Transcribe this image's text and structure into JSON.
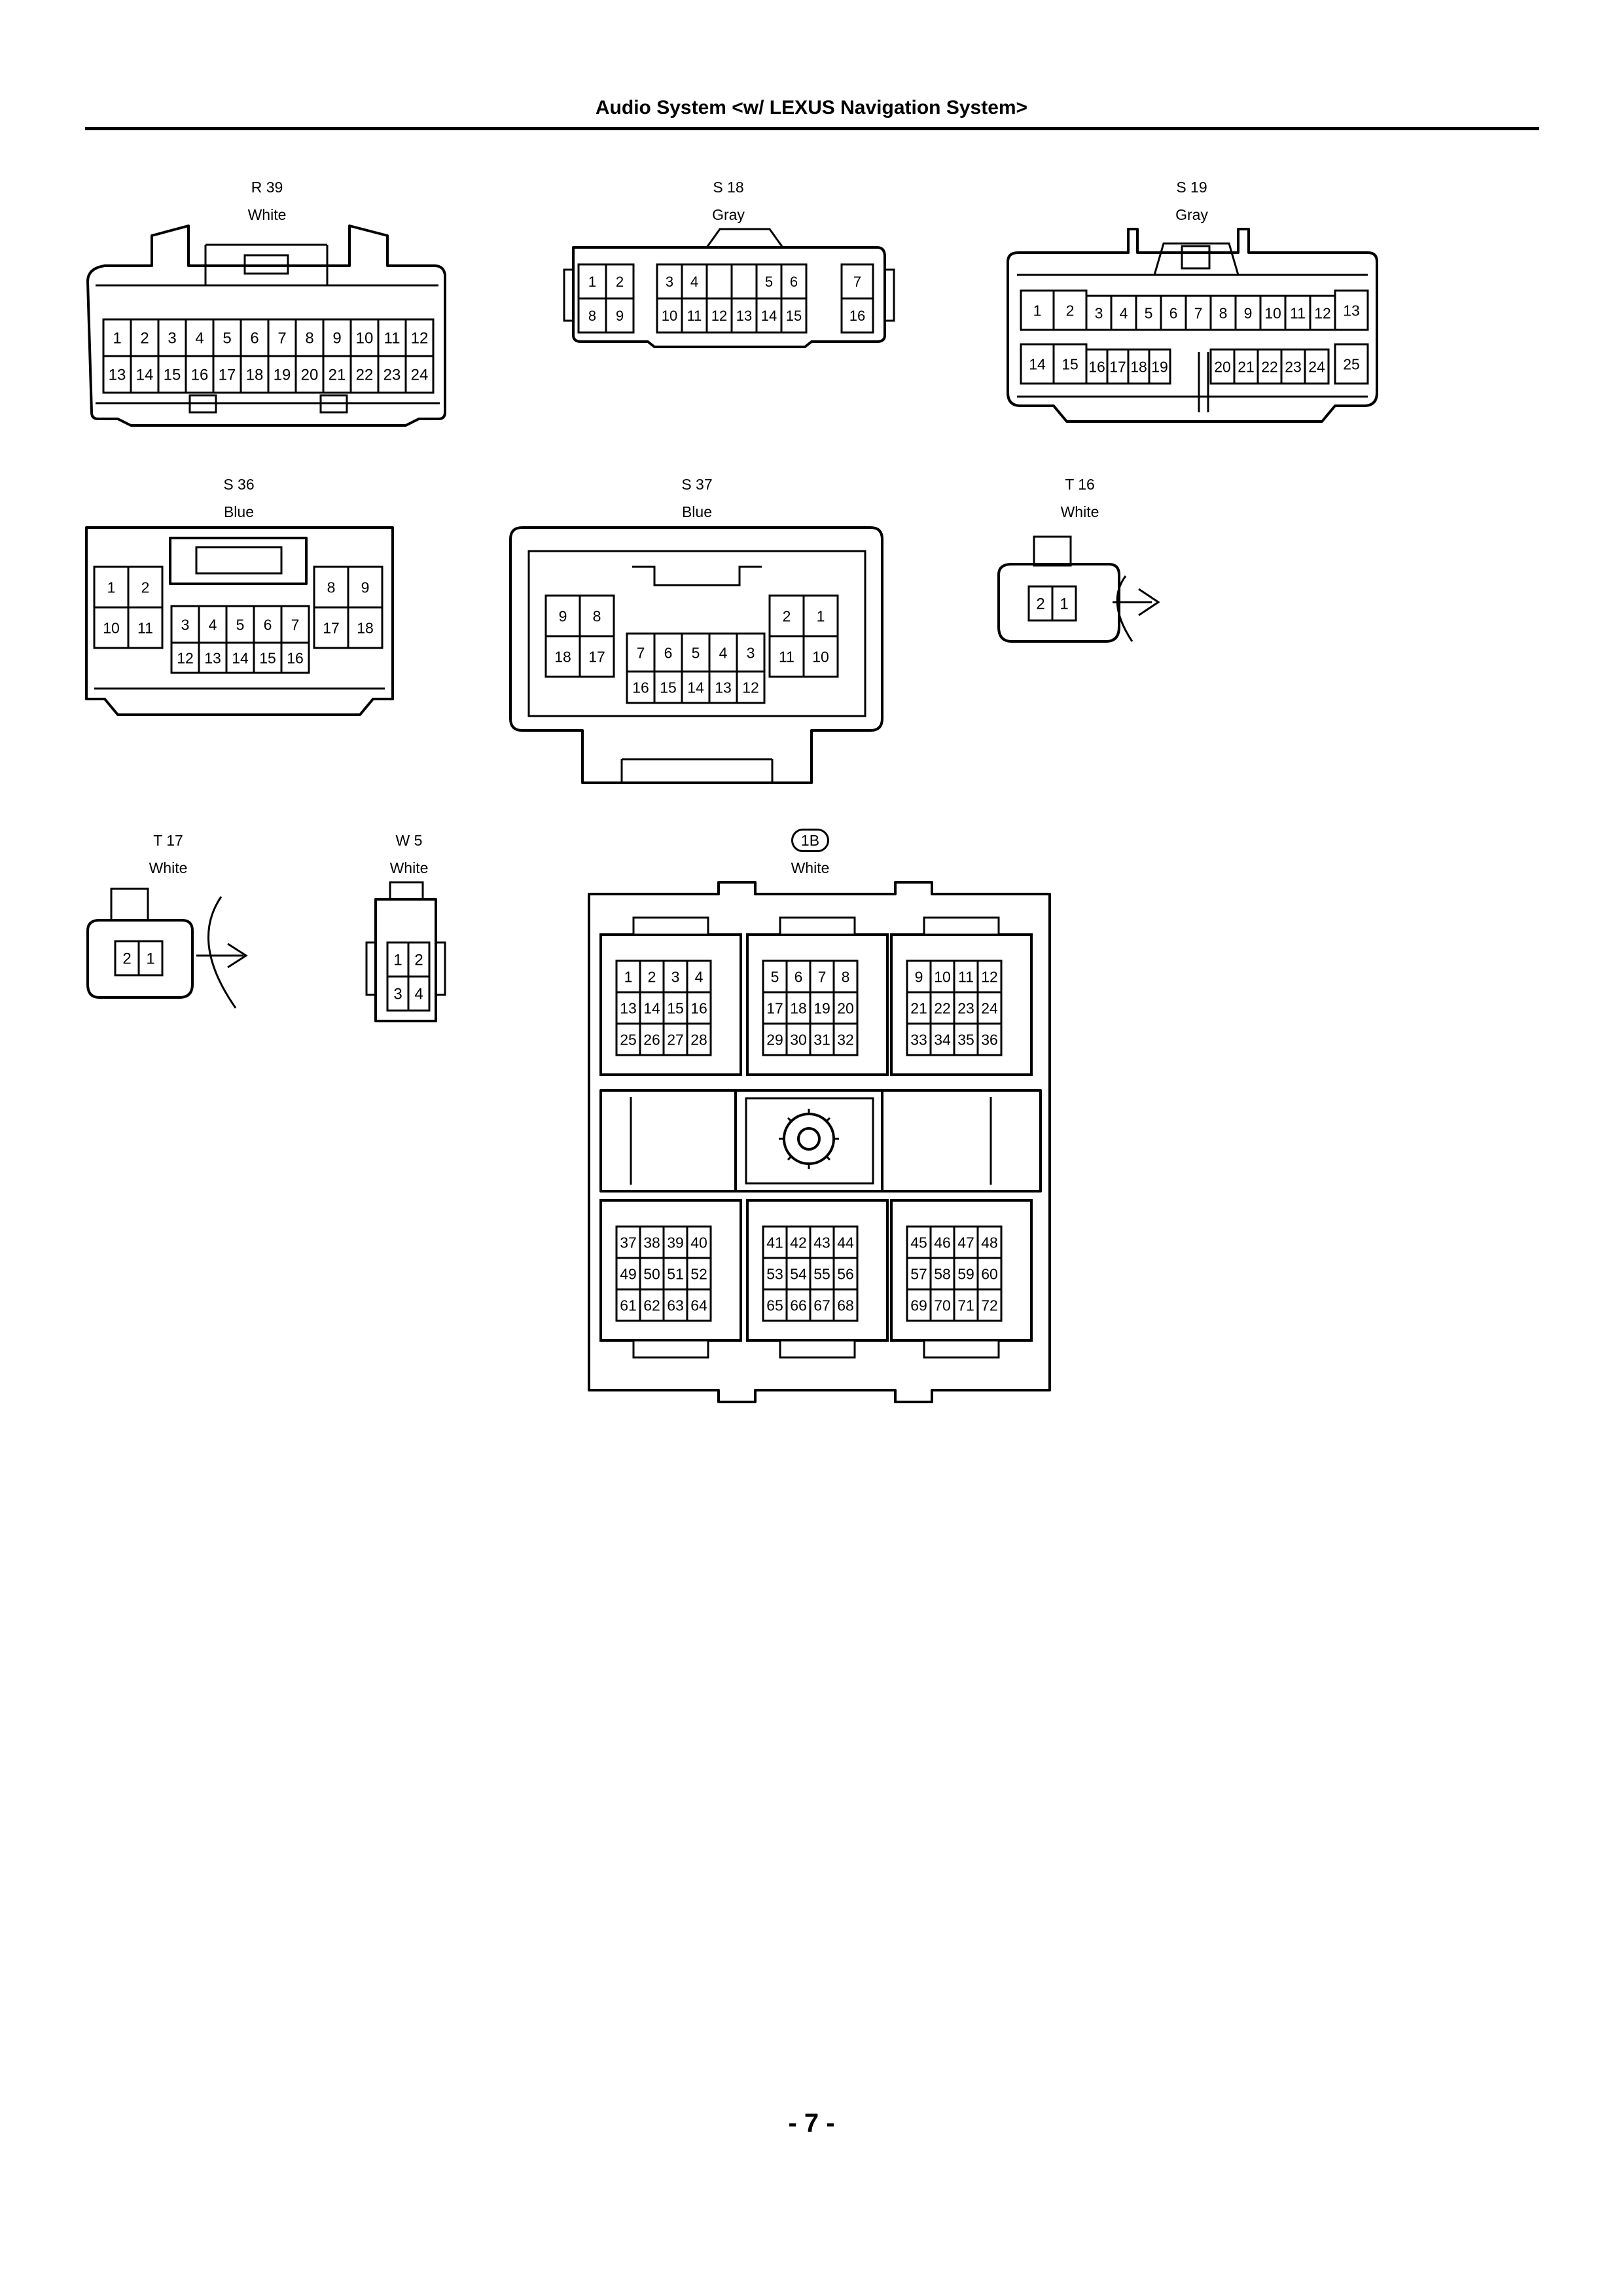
{
  "header": {
    "title": "Audio System <w/ LEXUS Navigation System>"
  },
  "footer": {
    "page_number": "- 7 -"
  },
  "connectors": [
    {
      "id": "R 39",
      "color": "White",
      "rows": [
        [
          "1",
          "2",
          "3",
          "4",
          "5",
          "6",
          "7",
          "8",
          "9",
          "10",
          "11",
          "12"
        ],
        [
          "13",
          "14",
          "15",
          "16",
          "17",
          "18",
          "19",
          "20",
          "21",
          "22",
          "23",
          "24"
        ]
      ]
    },
    {
      "id": "S 18",
      "color": "Gray",
      "groups": [
        [
          [
            "1",
            "2"
          ],
          [
            "8",
            "9"
          ]
        ],
        [
          [
            "3",
            "4",
            "",
            "",
            "5",
            "6"
          ],
          [
            "10",
            "11",
            "12",
            "13",
            "14",
            "15"
          ]
        ],
        [
          [
            "7"
          ],
          [
            "16"
          ]
        ]
      ]
    },
    {
      "id": "S 19",
      "color": "Gray",
      "rows": [
        [
          "1",
          "2",
          "3",
          "4",
          "5",
          "6",
          "7",
          "8",
          "9",
          "10",
          "11",
          "12",
          "13"
        ],
        [
          "14",
          "15",
          "16",
          "17",
          "18",
          "19",
          "20",
          "21",
          "22",
          "23",
          "24",
          "25"
        ]
      ]
    },
    {
      "id": "S 36",
      "color": "Blue",
      "groups": [
        [
          [
            "1",
            "2"
          ],
          [
            "10",
            "11"
          ]
        ],
        [
          [
            "3",
            "4",
            "5",
            "6",
            "7"
          ],
          [
            "12",
            "13",
            "14",
            "15",
            "16"
          ]
        ],
        [
          [
            "8",
            "9"
          ],
          [
            "17",
            "18"
          ]
        ]
      ]
    },
    {
      "id": "S 37",
      "color": "Blue",
      "groups": [
        [
          [
            "9",
            "8"
          ],
          [
            "18",
            "17"
          ]
        ],
        [
          [
            "7",
            "6",
            "5",
            "4",
            "3"
          ],
          [
            "16",
            "15",
            "14",
            "13",
            "12"
          ]
        ],
        [
          [
            "2",
            "1"
          ],
          [
            "11",
            "10"
          ]
        ]
      ]
    },
    {
      "id": "T 16",
      "color": "White",
      "rows": [
        [
          "2",
          "1"
        ]
      ]
    },
    {
      "id": "T 17",
      "color": "White",
      "rows": [
        [
          "2",
          "1"
        ]
      ]
    },
    {
      "id": "W 5",
      "color": "White",
      "rows": [
        [
          "1",
          "2"
        ],
        [
          "3",
          "4"
        ]
      ]
    },
    {
      "id": "1B",
      "color": "White",
      "blocks": [
        [
          [
            "1",
            "2",
            "3",
            "4"
          ],
          [
            "13",
            "14",
            "15",
            "16"
          ],
          [
            "25",
            "26",
            "27",
            "28"
          ]
        ],
        [
          [
            "5",
            "6",
            "7",
            "8"
          ],
          [
            "17",
            "18",
            "19",
            "20"
          ],
          [
            "29",
            "30",
            "31",
            "32"
          ]
        ],
        [
          [
            "9",
            "10",
            "11",
            "12"
          ],
          [
            "21",
            "22",
            "23",
            "24"
          ],
          [
            "33",
            "34",
            "35",
            "36"
          ]
        ],
        [
          [
            "37",
            "38",
            "39",
            "40"
          ],
          [
            "49",
            "50",
            "51",
            "52"
          ],
          [
            "61",
            "62",
            "63",
            "64"
          ]
        ],
        [
          [
            "41",
            "42",
            "43",
            "44"
          ],
          [
            "53",
            "54",
            "55",
            "56"
          ],
          [
            "65",
            "66",
            "67",
            "68"
          ]
        ],
        [
          [
            "45",
            "46",
            "47",
            "48"
          ],
          [
            "57",
            "58",
            "59",
            "60"
          ],
          [
            "69",
            "70",
            "71",
            "72"
          ]
        ]
      ]
    }
  ]
}
